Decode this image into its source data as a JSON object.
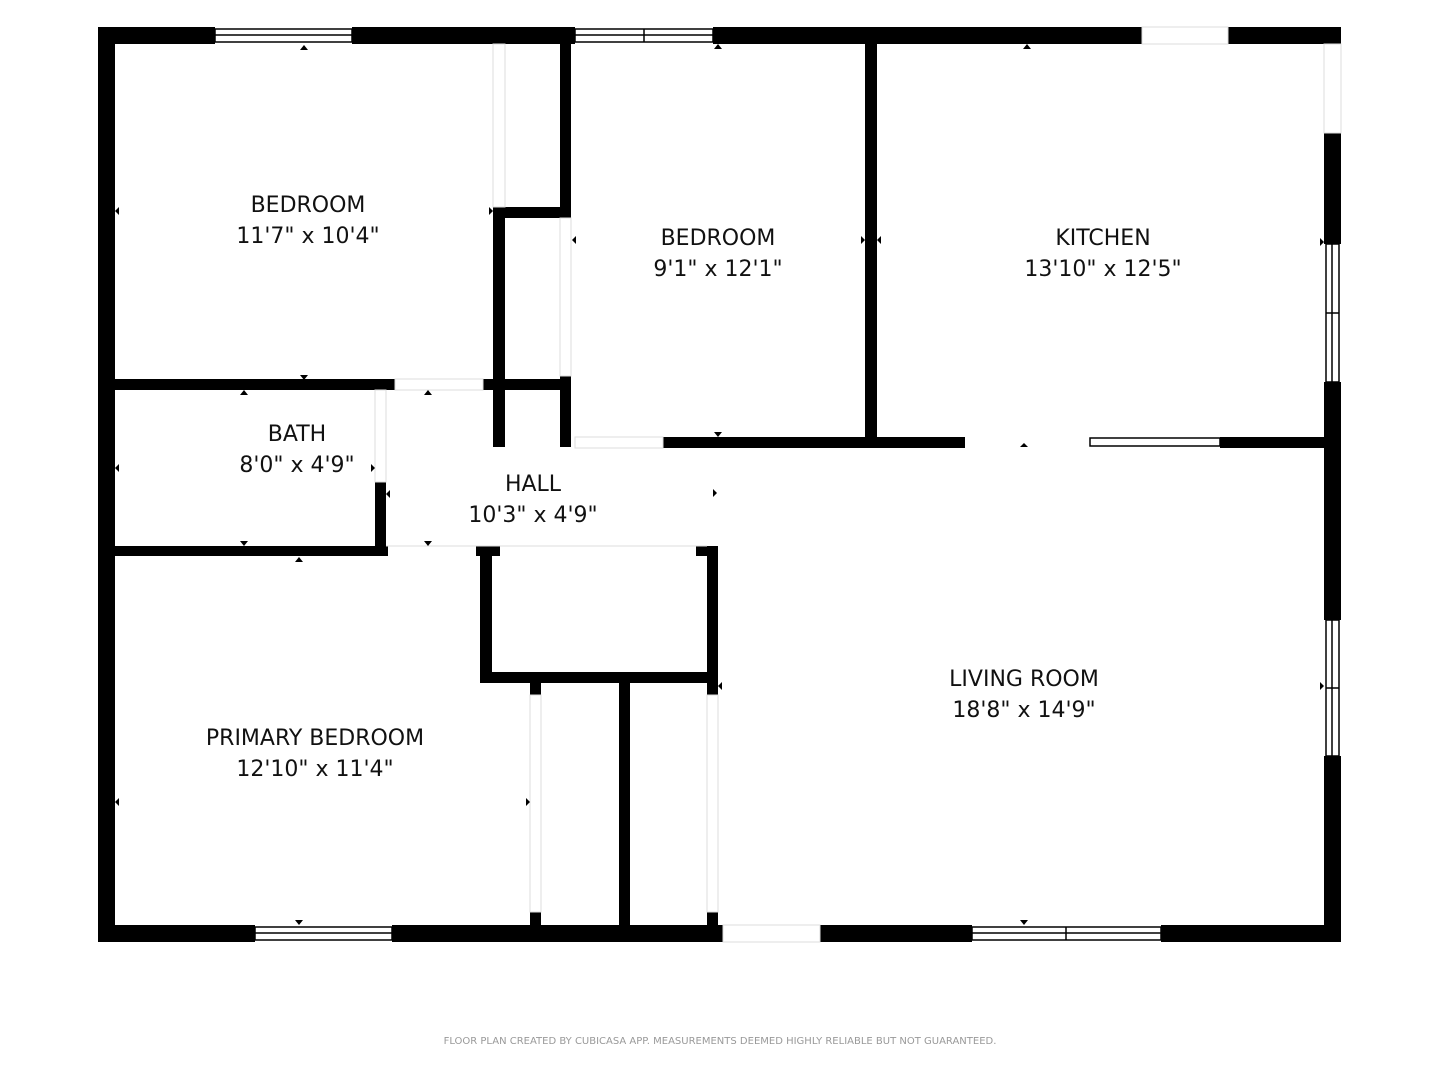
{
  "rooms": [
    {
      "name": "BEDROOM",
      "size": "11'7\" x 10'4\""
    },
    {
      "name": "BEDROOM",
      "size": "9'1\" x 12'1\""
    },
    {
      "name": "KITCHEN",
      "size": "13'10\" x 12'5\""
    },
    {
      "name": "BATH",
      "size": "8'0\" x 4'9\""
    },
    {
      "name": "HALL",
      "size": "10'3\" x 4'9\""
    },
    {
      "name": "PRIMARY BEDROOM",
      "size": "12'10\" x 11'4\""
    },
    {
      "name": "LIVING ROOM",
      "size": "18'8\" x 14'9\""
    }
  ],
  "footer": "FLOOR PLAN CREATED BY CUBICASA APP. MEASUREMENTS DEEMED HIGHLY RELIABLE BUT NOT GUARANTEED.",
  "colors": {
    "wall": "#000000",
    "opening": "#dddddd"
  }
}
